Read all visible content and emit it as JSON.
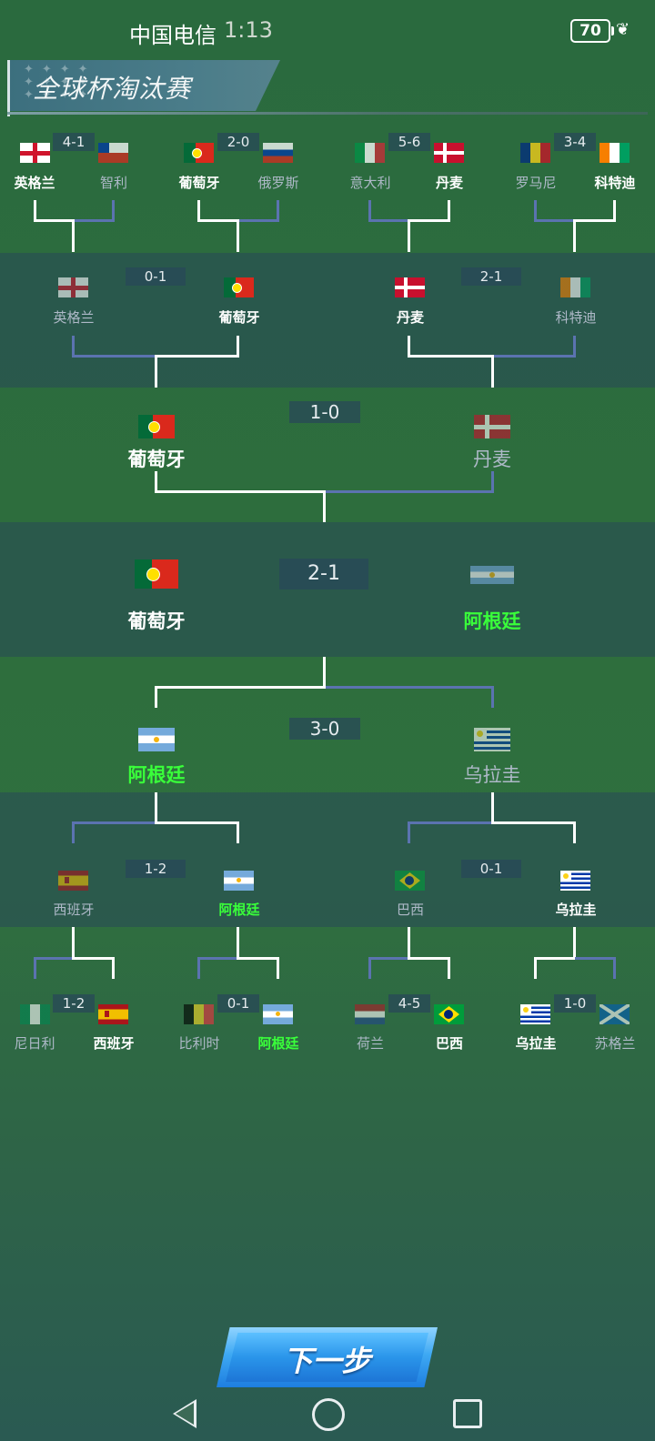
{
  "status": {
    "carrier": "中国电信",
    "time": "1:13",
    "battery": "70",
    "charging_icon": "leaf-icon"
  },
  "title": "全球杯淘汰赛",
  "next_label": "下一步",
  "colors": {
    "winner": "#39ff3a",
    "loser": "#aeb9c8",
    "line_white": "#ffffff",
    "line_blue": "#5b73b0"
  },
  "teams": {
    "eng": "英格兰",
    "chi": "智利",
    "por": "葡萄牙",
    "rus": "俄罗斯",
    "ita": "意大利",
    "den": "丹麦",
    "rom": "罗马尼",
    "civ": "科特迪",
    "arg": "阿根廷",
    "uru": "乌拉圭",
    "esp": "西班牙",
    "bra": "巴西",
    "nga": "尼日利",
    "bel": "比利时",
    "ned": "荷兰",
    "sco": "苏格兰"
  },
  "scores": {
    "t1": "4-1",
    "t2": "2-0",
    "t3": "5-6",
    "t4": "3-4",
    "t5": "0-1",
    "t6": "2-1",
    "t7": "1-0",
    "final": "2-1",
    "b7": "3-0",
    "b5": "1-2",
    "b6": "0-1",
    "b1": "1-2",
    "b2": "0-1",
    "b3": "4-5",
    "b4": "1-0"
  }
}
